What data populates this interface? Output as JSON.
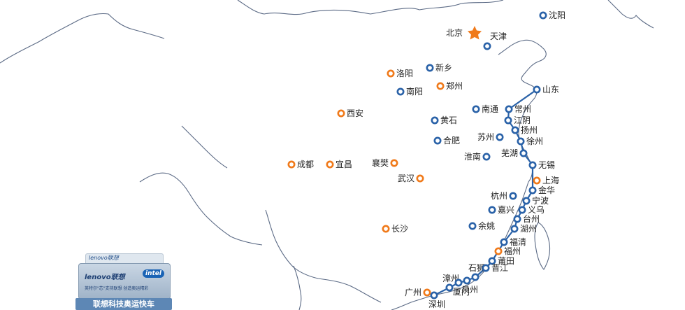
{
  "colors": {
    "route": "#2a62a8",
    "blue_dot": "#2a62a8",
    "orange_dot": "#f07a1a",
    "star": "#f07a1a",
    "border": "#5b6a85"
  },
  "capital": {
    "name": "北京",
    "icon": "star-icon"
  },
  "cities": [
    {
      "name": "沈阳",
      "kind": "blue"
    },
    {
      "name": "天津",
      "kind": "blue"
    },
    {
      "name": "洛阳",
      "kind": "orange"
    },
    {
      "name": "新乡",
      "kind": "blue"
    },
    {
      "name": "南阳",
      "kind": "blue"
    },
    {
      "name": "郑州",
      "kind": "orange"
    },
    {
      "name": "山东",
      "kind": "blue"
    },
    {
      "name": "西安",
      "kind": "orange"
    },
    {
      "name": "南通",
      "kind": "blue"
    },
    {
      "name": "常州",
      "kind": "blue"
    },
    {
      "name": "黄石",
      "kind": "blue"
    },
    {
      "name": "江阴",
      "kind": "blue"
    },
    {
      "name": "扬州",
      "kind": "blue"
    },
    {
      "name": "苏州",
      "kind": "blue"
    },
    {
      "name": "合肥",
      "kind": "blue"
    },
    {
      "name": "徐州",
      "kind": "blue"
    },
    {
      "name": "淮南",
      "kind": "blue"
    },
    {
      "name": "芜湖",
      "kind": "blue"
    },
    {
      "name": "襄樊",
      "kind": "orange"
    },
    {
      "name": "成都",
      "kind": "orange"
    },
    {
      "name": "宜昌",
      "kind": "orange"
    },
    {
      "name": "无锡",
      "kind": "blue"
    },
    {
      "name": "武汉",
      "kind": "orange"
    },
    {
      "name": "上海",
      "kind": "orange"
    },
    {
      "name": "金华",
      "kind": "blue"
    },
    {
      "name": "杭州",
      "kind": "blue"
    },
    {
      "name": "宁波",
      "kind": "blue"
    },
    {
      "name": "嘉兴",
      "kind": "blue"
    },
    {
      "name": "义乌",
      "kind": "blue"
    },
    {
      "name": "台州",
      "kind": "blue"
    },
    {
      "name": "余姚",
      "kind": "blue"
    },
    {
      "name": "湖州",
      "kind": "blue"
    },
    {
      "name": "长沙",
      "kind": "orange"
    },
    {
      "name": "福清",
      "kind": "blue"
    },
    {
      "name": "福州",
      "kind": "orange"
    },
    {
      "name": "莆田",
      "kind": "blue"
    },
    {
      "name": "石狮",
      "kind": "blue"
    },
    {
      "name": "晋江",
      "kind": "blue"
    },
    {
      "name": "漳州",
      "kind": "blue"
    },
    {
      "name": "泉州",
      "kind": "blue"
    },
    {
      "name": "厦门",
      "kind": "blue"
    },
    {
      "name": "广州",
      "kind": "orange"
    },
    {
      "name": "深圳",
      "kind": "blue"
    }
  ],
  "banner": {
    "brand": "lenovo联想",
    "chip": "intel",
    "slogan": "英特尔\"芯\"支持联想 创造奥运精彩",
    "caption": "联想科技奥运快车",
    "icon": "lenovo-intel-truck-logo"
  }
}
